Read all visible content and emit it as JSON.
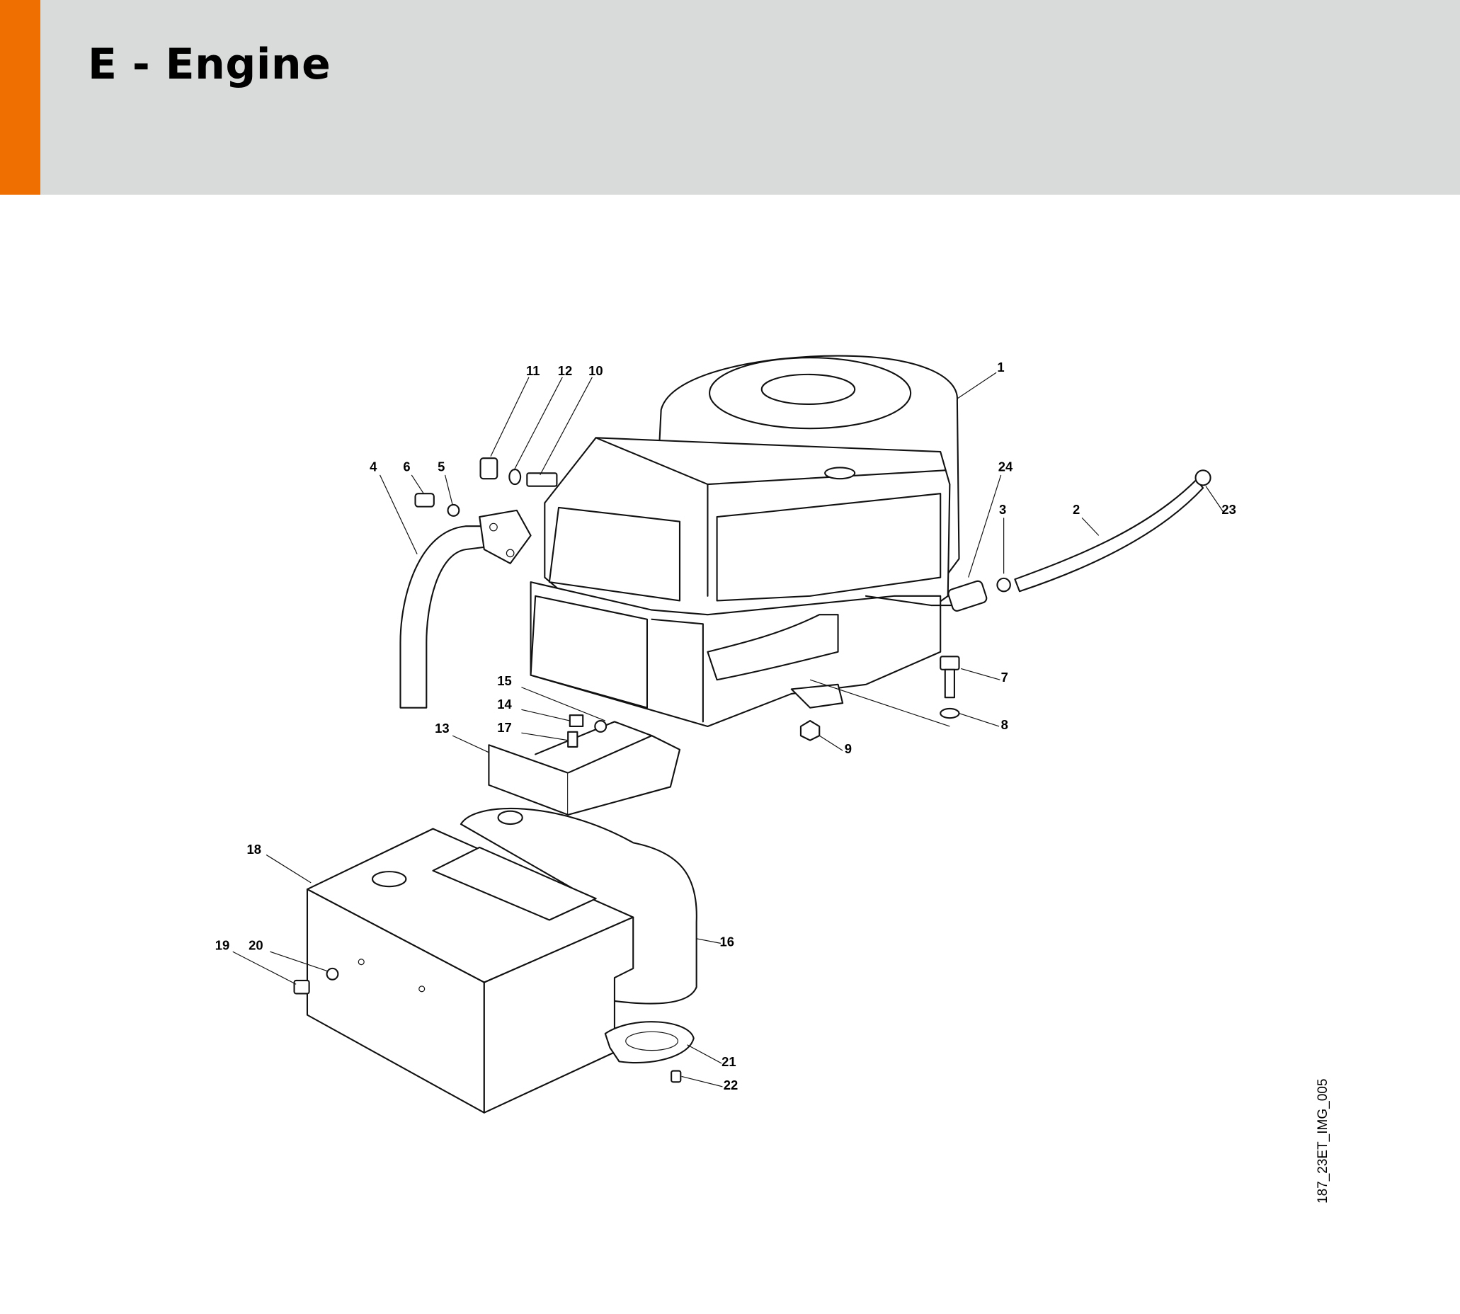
{
  "header": {
    "title": "E - Engine",
    "accent_color": "#ef7000",
    "background_color": "#d9dbda"
  },
  "diagram": {
    "image_id": "187_23ET_IMG_005",
    "callouts": [
      {
        "id": "c1",
        "label": "1"
      },
      {
        "id": "c2",
        "label": "2"
      },
      {
        "id": "c3",
        "label": "3"
      },
      {
        "id": "c4",
        "label": "4"
      },
      {
        "id": "c5",
        "label": "5"
      },
      {
        "id": "c6",
        "label": "6"
      },
      {
        "id": "c7",
        "label": "7"
      },
      {
        "id": "c8",
        "label": "8"
      },
      {
        "id": "c9",
        "label": "9"
      },
      {
        "id": "c10",
        "label": "10"
      },
      {
        "id": "c11",
        "label": "11"
      },
      {
        "id": "c12",
        "label": "12"
      },
      {
        "id": "c13",
        "label": "13"
      },
      {
        "id": "c14",
        "label": "14"
      },
      {
        "id": "c15",
        "label": "15"
      },
      {
        "id": "c16",
        "label": "16"
      },
      {
        "id": "c17",
        "label": "17"
      },
      {
        "id": "c18",
        "label": "18"
      },
      {
        "id": "c19",
        "label": "19"
      },
      {
        "id": "c20",
        "label": "20"
      },
      {
        "id": "c21",
        "label": "21"
      },
      {
        "id": "c22",
        "label": "22"
      },
      {
        "id": "c23",
        "label": "23"
      },
      {
        "id": "c24",
        "label": "24"
      }
    ]
  }
}
